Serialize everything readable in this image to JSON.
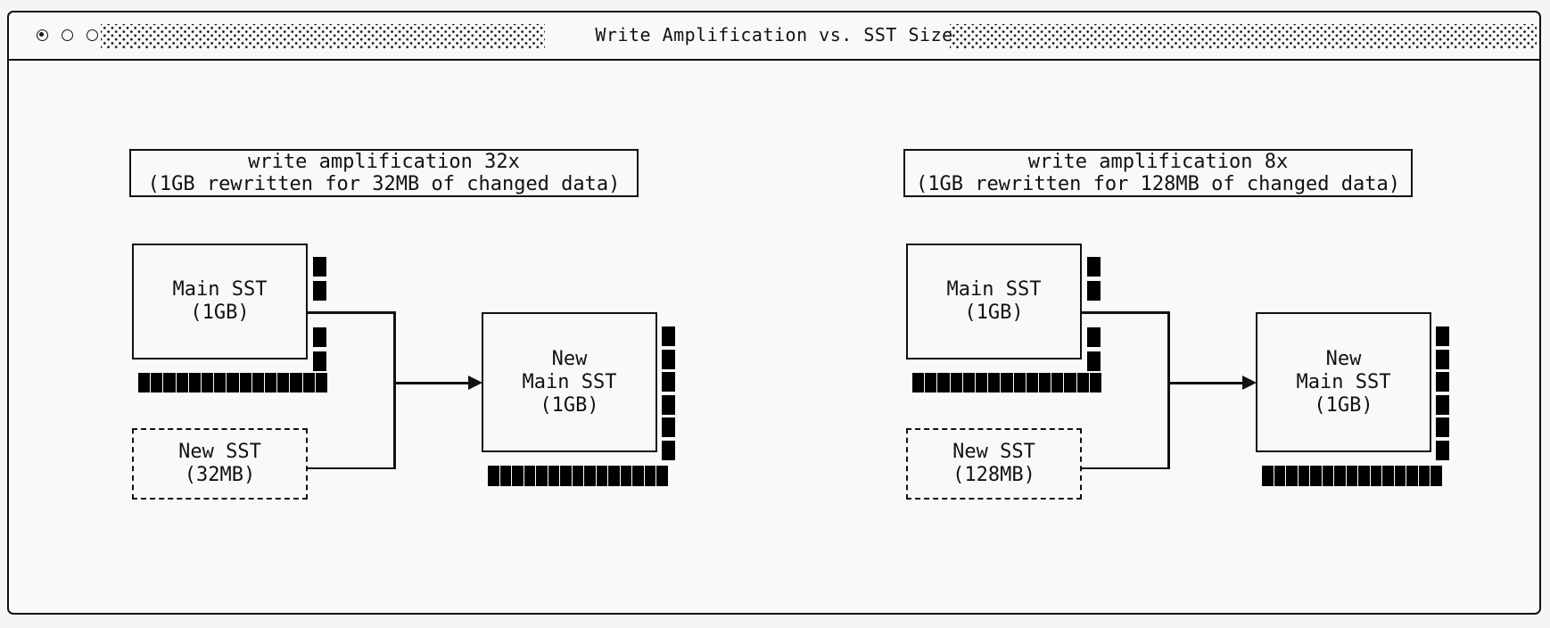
{
  "window": {
    "title": "Write Amplification vs. SST Size"
  },
  "panels": [
    {
      "caption": {
        "line1": "write amplification 32x",
        "line2": "(1GB rewritten for 32MB of changed data)"
      },
      "main_sst": {
        "name": "Main SST",
        "size": "(1GB)"
      },
      "new_sst": {
        "name": "New SST",
        "size": "(32MB)"
      },
      "new_main_sst": {
        "line1": "New",
        "line2": "Main SST",
        "line3": "(1GB)"
      },
      "blocks": {
        "changed_upper": 2,
        "changed_lower": 2,
        "main_row": 15,
        "new_column": 6,
        "new_row": 15
      }
    },
    {
      "caption": {
        "line1": "write amplification 8x",
        "line2": "(1GB rewritten for 128MB of changed data)"
      },
      "main_sst": {
        "name": "Main SST",
        "size": "(1GB)"
      },
      "new_sst": {
        "name": "New SST",
        "size": "(128MB)"
      },
      "new_main_sst": {
        "line1": "New",
        "line2": "Main SST",
        "line3": "(1GB)"
      },
      "blocks": {
        "changed_upper": 2,
        "changed_lower": 2,
        "main_row": 15,
        "new_column": 6,
        "new_row": 15
      }
    }
  ],
  "colors": {
    "ink": "#111111",
    "paper": "#f9f9f9",
    "block": "#000000"
  }
}
